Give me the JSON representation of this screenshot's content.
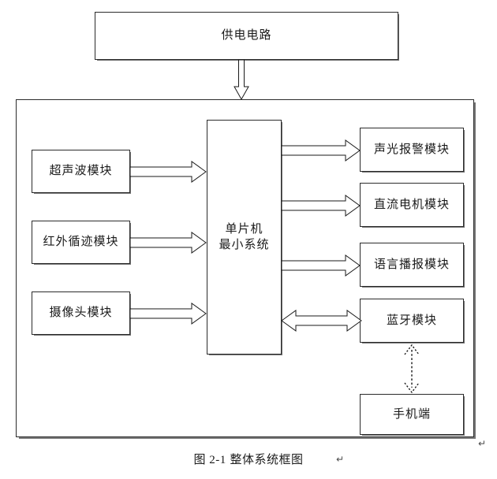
{
  "diagram": {
    "title_caption": "图 2-1 整体系统框图",
    "caption_prefix": "图 2-1",
    "caption_text": "整体系统框图",
    "power_supply": {
      "label": "供电电路"
    },
    "mcu": {
      "label_line1": "单片机",
      "label_line2": "最小系统"
    },
    "inputs": [
      {
        "label": "超声波模块"
      },
      {
        "label": "红外循迹模块"
      },
      {
        "label": "摄像头模块"
      }
    ],
    "outputs": [
      {
        "label": "声光报警模块"
      },
      {
        "label": "直流电机模块"
      },
      {
        "label": "语言播报模块"
      },
      {
        "label": "蓝牙模块"
      }
    ],
    "terminal": {
      "label": "手机端"
    },
    "marks": {
      "pilcrow": "↵"
    },
    "colors": {
      "border": "#2b2b2b",
      "shadow": "#6e6e6e",
      "text": "#1a1a1a",
      "background": "#ffffff"
    }
  }
}
